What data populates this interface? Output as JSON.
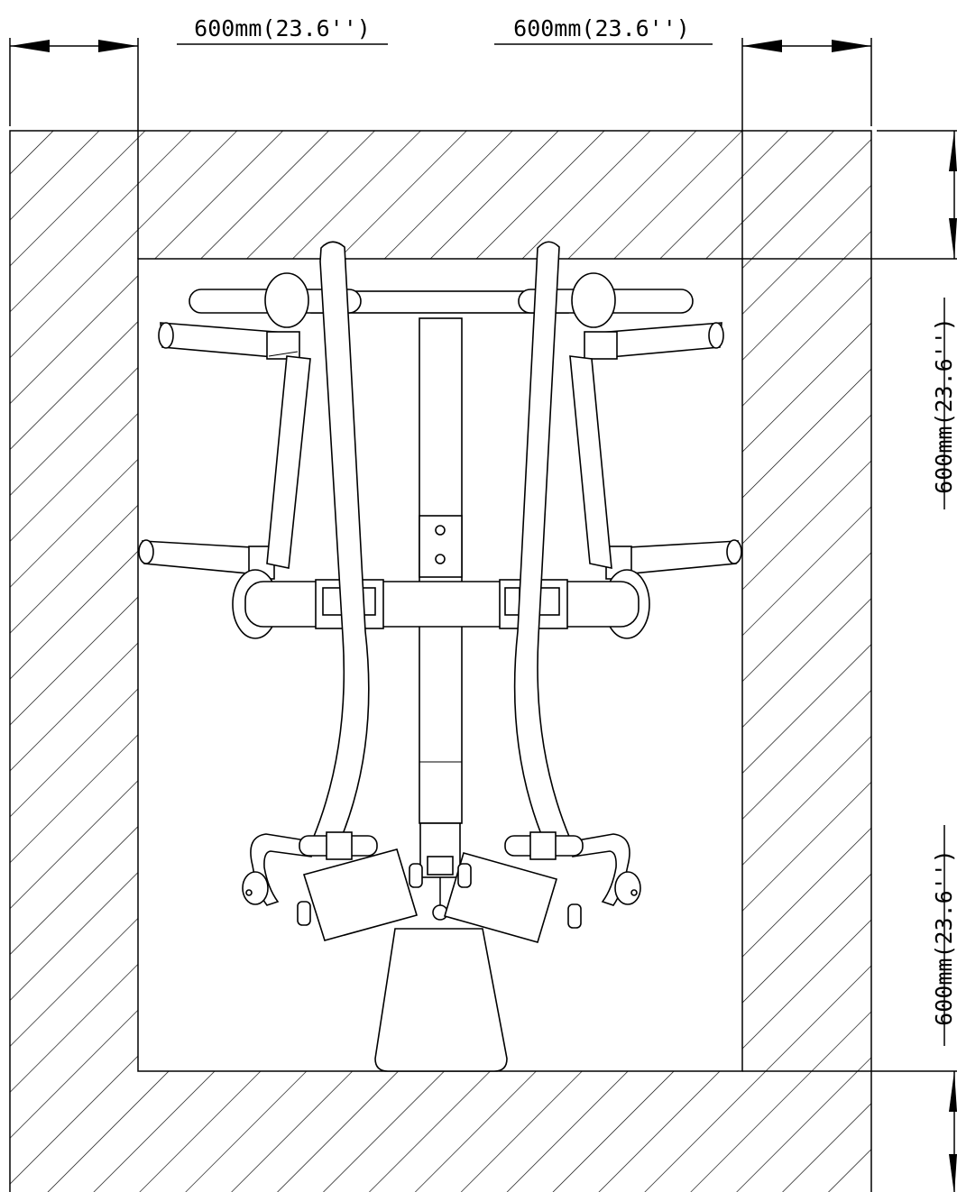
{
  "dimensions": {
    "top_left": "600mm(23.6'')",
    "top_right": "600mm(23.6'')",
    "right_upper": "600mm(23.6'')",
    "right_lower": "600mm(23.6'')"
  },
  "colors": {
    "ink": "#000000",
    "background": "#ffffff"
  }
}
